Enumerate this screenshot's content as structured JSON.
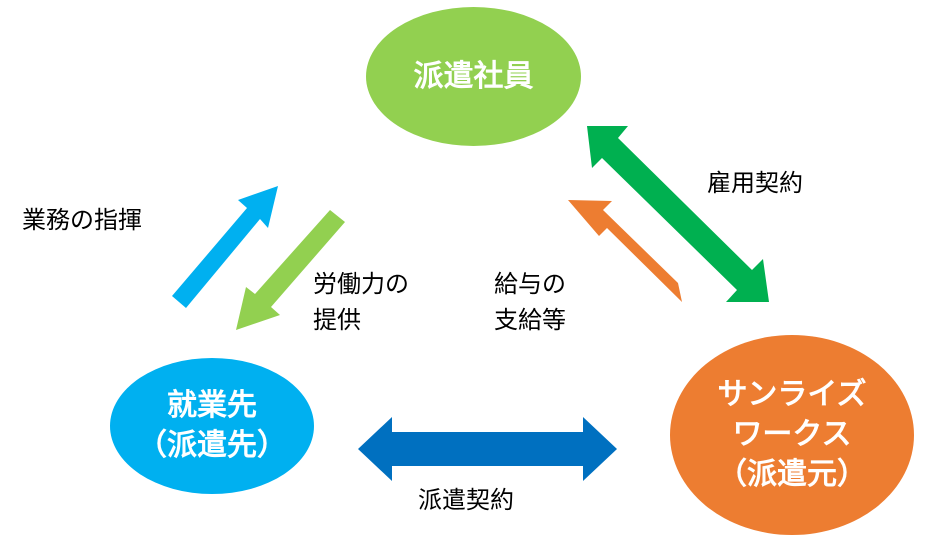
{
  "nodes": {
    "dispatched_worker": {
      "label": "派遣社員",
      "color": "#92D050"
    },
    "client_company": {
      "lines": [
        "就業先",
        "（派遣先）"
      ],
      "color": "#00B0F0"
    },
    "dispatch_agency": {
      "lines": [
        "サンライズ",
        "ワークス",
        "（派遣元）"
      ],
      "color": "#ED7D31"
    }
  },
  "relations": {
    "work_direction": {
      "label": "業務の指揮",
      "color": "#00B0F0",
      "direction": "client → worker"
    },
    "labor_provision": {
      "lines": [
        "労働力の",
        "提供"
      ],
      "color": "#92D050",
      "direction": "worker → client"
    },
    "salary_payment": {
      "lines": [
        "給与の",
        "支給等"
      ],
      "color": "#ED7D31",
      "direction": "agency → worker"
    },
    "employment_contract": {
      "label": "雇用契約",
      "color": "#00B050",
      "direction": "worker ↔ agency"
    },
    "dispatch_contract": {
      "label": "派遣契約",
      "color": "#0070C0",
      "direction": "client ↔ agency"
    }
  }
}
